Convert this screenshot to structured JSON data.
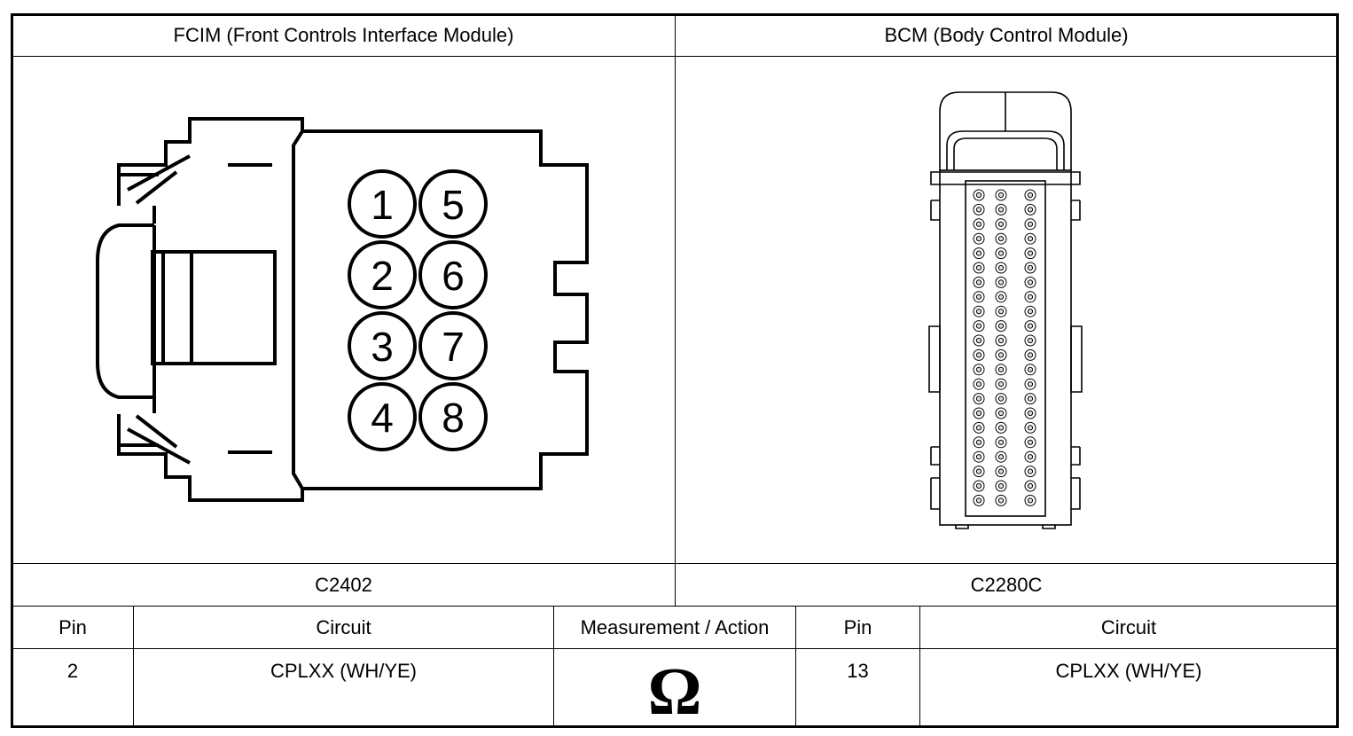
{
  "headers": {
    "left": "FCIM (Front Controls Interface Module)",
    "right": "BCM (Body Control Module)"
  },
  "connectors": {
    "left": "C2402",
    "right": "C2280C"
  },
  "fcim_pins": [
    "1",
    "2",
    "3",
    "4",
    "5",
    "6",
    "7",
    "8"
  ],
  "table": {
    "columns": [
      "Pin",
      "Circuit",
      "Measurement / Action",
      "Pin",
      "Circuit"
    ],
    "row": {
      "left_pin": "2",
      "left_circuit": "CPLXX (WH/YE)",
      "measurement_symbol": "Ω",
      "right_pin": "13",
      "right_circuit": "CPLXX (WH/YE)"
    }
  }
}
